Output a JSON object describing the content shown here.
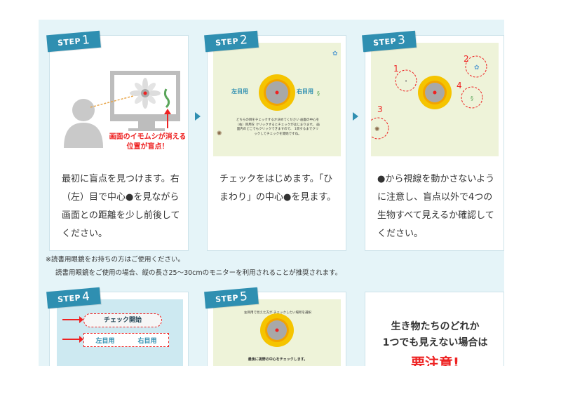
{
  "steps": [
    {
      "label": "STEP",
      "num": "1",
      "desc": "最初に盲点を見つけます。右（左）目で中心●を見ながら画面との距離を少し前後してください。",
      "callout": "画面のイモムシが消える位置が盲点！"
    },
    {
      "label": "STEP",
      "num": "2",
      "desc": "チェックをはじめます。「ひまわり」の中心●を見ます。",
      "left_eye": "左目用",
      "right_eye": "右目用",
      "instructions": "どちらの目をチェックするか決めてください 画面の中心を（右）目用を クリックするとチェックがはじまります。 画面内のどこでもクリックできますので、 1周するまでクリックしてチェックを開始ですね。"
    },
    {
      "label": "STEP",
      "num": "3",
      "desc": "●から視線を動かさないように注意し、盲点以外で4つの生物すべて見えるか確認してください。",
      "markers": [
        "1",
        "2",
        "3",
        "4"
      ]
    },
    {
      "label": "STEP",
      "num": "4",
      "btn": "チェック開始",
      "tab_left": "左目用",
      "tab_right": "右目用"
    },
    {
      "label": "STEP",
      "num": "5",
      "caption_top": "左目用で見えた方が チェックしたい場所を選択",
      "caption_bottom": "最後に視野の中心をチェックします。"
    }
  ],
  "notes": {
    "line1": "※読書用眼鏡をお持ちの方はご使用ください。",
    "line2": "読書用眼鏡をご使用の場合、縦の長さ25〜30cmのモニターを利用されることが推奨されます。"
  },
  "result": {
    "line1": "生き物たちのどれか",
    "line2": "1つでも見えない場合は",
    "line3": "要注意!"
  },
  "colors": {
    "accent": "#2f8fb1",
    "alert": "#e22222"
  }
}
